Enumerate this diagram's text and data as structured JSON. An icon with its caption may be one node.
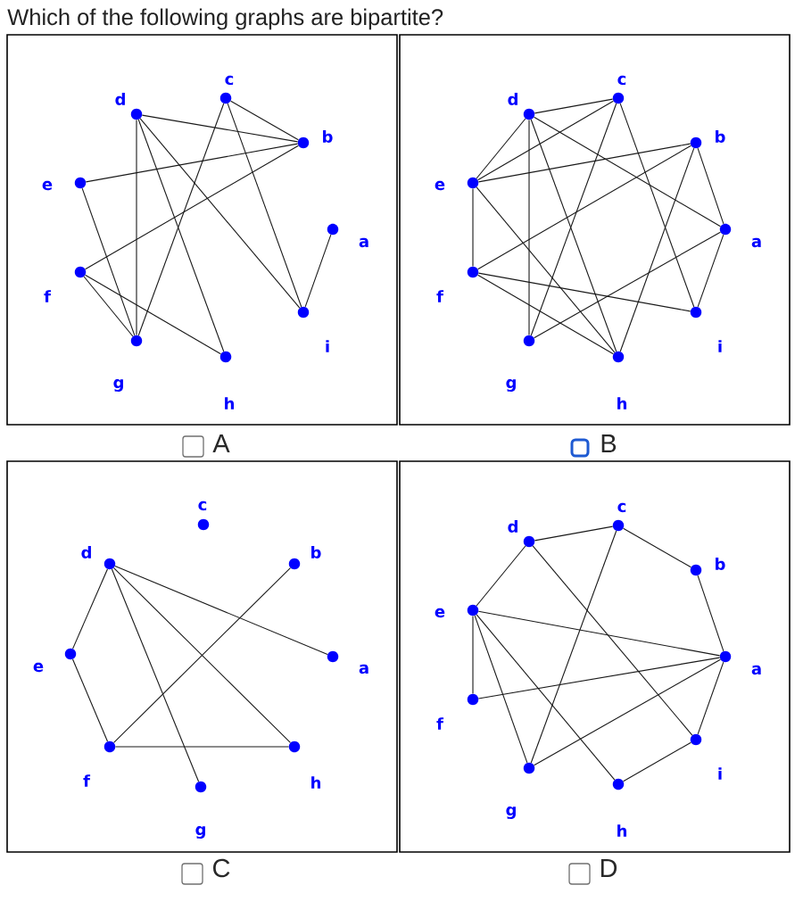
{
  "diagram": {
    "title": "Which of the following graphs are bipartite?",
    "nodes": [
      {
        "text": [],
        "shape": "box",
        "beside": [
          "A"
        ]
      },
      {
        "text": [],
        "shape": "circle",
        "beside": [
          "c"
        ],
        "in": 0
      },
      {
        "text": [],
        "shape": "circle",
        "beside": [
          "d"
        ],
        "in": 0
      },
      {
        "text": [],
        "shape": "circle",
        "beside": [
          "b"
        ],
        "in": 0
      },
      {
        "text": [],
        "shape": "circle",
        "beside": [
          "e"
        ],
        "in": 0
      },
      {
        "text": [],
        "shape": "circle",
        "beside": [
          "a"
        ],
        "in": 0
      },
      {
        "text": [],
        "shape": "circle",
        "beside": [
          "f"
        ],
        "in": 0
      },
      {
        "text": [],
        "shape": "circle",
        "beside": [
          "i"
        ],
        "in": 0
      },
      {
        "text": [],
        "shape": "circle",
        "beside": [
          "g"
        ],
        "in": 0
      },
      {
        "text": [],
        "shape": "circle",
        "beside": [
          "h"
        ],
        "in": 0
      },
      {
        "text": [],
        "shape": "box",
        "beside": [
          "B"
        ]
      },
      {
        "text": [],
        "shape": "circle",
        "beside": [
          "c"
        ],
        "in": 10
      },
      {
        "text": [],
        "shape": "circle",
        "beside": [
          "d"
        ],
        "in": 10
      },
      {
        "text": [],
        "shape": "circle",
        "beside": [
          "b"
        ],
        "in": 10
      },
      {
        "text": [],
        "shape": "circle",
        "beside": [
          "e"
        ],
        "in": 10
      },
      {
        "text": [],
        "shape": "circle",
        "beside": [
          "a"
        ],
        "in": 10
      },
      {
        "text": [],
        "shape": "circle",
        "beside": [
          "f"
        ],
        "in": 10
      },
      {
        "text": [],
        "shape": "circle",
        "beside": [
          "i"
        ],
        "in": 10
      },
      {
        "text": [],
        "shape": "circle",
        "beside": [
          "g"
        ],
        "in": 10
      },
      {
        "text": [],
        "shape": "circle",
        "beside": [
          "h"
        ],
        "in": 10
      },
      {
        "text": [],
        "shape": "box",
        "beside": [
          "C"
        ]
      },
      {
        "text": [],
        "shape": "circle",
        "beside": [
          "c"
        ],
        "in": 20
      },
      {
        "text": [],
        "shape": "circle",
        "beside": [
          "d"
        ],
        "in": 20
      },
      {
        "text": [],
        "shape": "circle",
        "beside": [
          "b"
        ],
        "in": 20
      },
      {
        "text": [],
        "shape": "circle",
        "beside": [
          "e"
        ],
        "in": 20
      },
      {
        "text": [],
        "shape": "circle",
        "beside": [
          "a"
        ],
        "in": 20
      },
      {
        "text": [],
        "shape": "circle",
        "beside": [
          "f"
        ],
        "in": 20
      },
      {
        "text": [],
        "shape": "circle",
        "beside": [
          "h"
        ],
        "in": 20
      },
      {
        "text": [],
        "shape": "circle",
        "beside": [
          "g"
        ],
        "in": 20
      },
      {
        "text": [],
        "shape": "box",
        "beside": [
          "D"
        ]
      },
      {
        "text": [],
        "shape": "circle",
        "beside": [
          "c"
        ],
        "in": 29
      },
      {
        "text": [],
        "shape": "circle",
        "beside": [
          "d"
        ],
        "in": 29
      },
      {
        "text": [],
        "shape": "circle",
        "beside": [
          "b"
        ],
        "in": 29
      },
      {
        "text": [],
        "shape": "circle",
        "beside": [
          "e"
        ],
        "in": 29
      },
      {
        "text": [],
        "shape": "circle",
        "beside": [
          "a"
        ],
        "in": 29
      },
      {
        "text": [],
        "shape": "circle",
        "beside": [
          "f"
        ],
        "in": 29
      },
      {
        "text": [],
        "shape": "circle",
        "beside": [
          "i"
        ],
        "in": 29
      },
      {
        "text": [],
        "shape": "circle",
        "beside": [
          "g"
        ],
        "in": 29
      },
      {
        "text": [],
        "shape": "circle",
        "beside": [
          "h"
        ],
        "in": 29
      }
    ],
    "edges": [
      {
        "from": 2,
        "to": 3,
        "arrow": "none"
      },
      {
        "from": 1,
        "to": 3,
        "arrow": "none"
      },
      {
        "from": 4,
        "to": 3,
        "arrow": "none"
      },
      {
        "from": 6,
        "to": 3,
        "arrow": "none"
      },
      {
        "from": 2,
        "to": 8,
        "arrow": "none"
      },
      {
        "from": 2,
        "to": 9,
        "arrow": "none"
      },
      {
        "from": 2,
        "to": 7,
        "arrow": "none"
      },
      {
        "from": 1,
        "to": 8,
        "arrow": "none"
      },
      {
        "from": 1,
        "to": 7,
        "arrow": "none"
      },
      {
        "from": 4,
        "to": 8,
        "arrow": "none"
      },
      {
        "from": 6,
        "to": 8,
        "arrow": "none"
      },
      {
        "from": 6,
        "to": 9,
        "arrow": "none"
      },
      {
        "from": 5,
        "to": 7,
        "arrow": "none"
      },
      {
        "from": 12,
        "to": 11,
        "arrow": "none"
      },
      {
        "from": 12,
        "to": 14,
        "arrow": "none"
      },
      {
        "from": 12,
        "to": 18,
        "arrow": "none"
      },
      {
        "from": 12,
        "to": 19,
        "arrow": "none"
      },
      {
        "from": 12,
        "to": 15,
        "arrow": "none"
      },
      {
        "from": 11,
        "to": 14,
        "arrow": "none"
      },
      {
        "from": 11,
        "to": 18,
        "arrow": "none"
      },
      {
        "from": 11,
        "to": 17,
        "arrow": "none"
      },
      {
        "from": 14,
        "to": 13,
        "arrow": "none"
      },
      {
        "from": 14,
        "to": 16,
        "arrow": "none"
      },
      {
        "from": 14,
        "to": 19,
        "arrow": "none"
      },
      {
        "from": 13,
        "to": 16,
        "arrow": "none"
      },
      {
        "from": 13,
        "to": 15,
        "arrow": "none"
      },
      {
        "from": 13,
        "to": 19,
        "arrow": "none"
      },
      {
        "from": 16,
        "to": 17,
        "arrow": "none"
      },
      {
        "from": 16,
        "to": 19,
        "arrow": "none"
      },
      {
        "from": 15,
        "to": 17,
        "arrow": "none"
      },
      {
        "from": 15,
        "to": 18,
        "arrow": "none"
      },
      {
        "from": 22,
        "to": 24,
        "arrow": "none"
      },
      {
        "from": 24,
        "to": 26,
        "arrow": "none"
      },
      {
        "from": 22,
        "to": 28,
        "arrow": "none"
      },
      {
        "from": 22,
        "to": 27,
        "arrow": "none"
      },
      {
        "from": 22,
        "to": 25,
        "arrow": "none"
      },
      {
        "from": 26,
        "to": 23,
        "arrow": "none"
      },
      {
        "from": 26,
        "to": 27,
        "arrow": "none"
      },
      {
        "from": 31,
        "to": 30,
        "arrow": "none"
      },
      {
        "from": 31,
        "to": 33,
        "arrow": "none"
      },
      {
        "from": 31,
        "to": 36,
        "arrow": "none"
      },
      {
        "from": 30,
        "to": 32,
        "arrow": "none"
      },
      {
        "from": 30,
        "to": 37,
        "arrow": "none"
      },
      {
        "from": 33,
        "to": 35,
        "arrow": "none"
      },
      {
        "from": 33,
        "to": 34,
        "arrow": "none"
      },
      {
        "from": 33,
        "to": 37,
        "arrow": "none"
      },
      {
        "from": 33,
        "to": 38,
        "arrow": "none"
      },
      {
        "from": 34,
        "to": 32,
        "arrow": "none"
      },
      {
        "from": 34,
        "to": 35,
        "arrow": "none"
      },
      {
        "from": 34,
        "to": 37,
        "arrow": "none"
      },
      {
        "from": 34,
        "to": 36,
        "arrow": "none"
      },
      {
        "from": 36,
        "to": 38,
        "arrow": "none"
      }
    ]
  }
}
